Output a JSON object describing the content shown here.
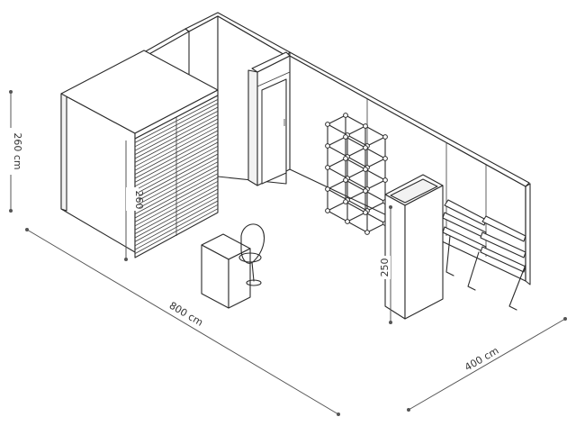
{
  "dimensions": {
    "wall_height_label": "260 cm",
    "width_label": "800 cm",
    "depth_label": "400 cm",
    "slat_wall_height_label": "260",
    "tower_height_label": "250"
  }
}
